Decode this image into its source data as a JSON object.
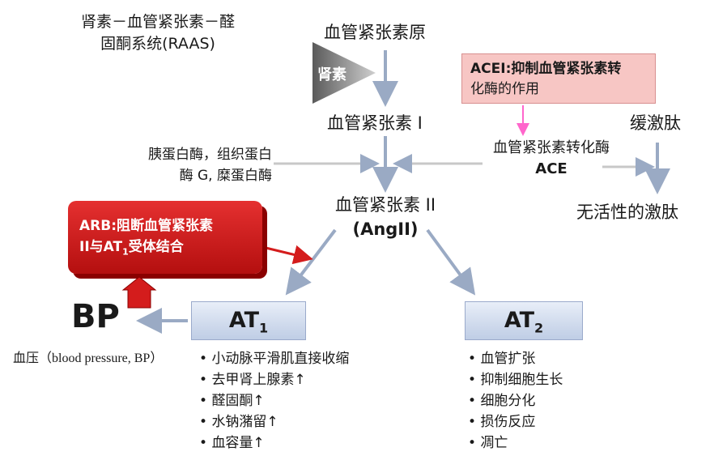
{
  "title_line1": "肾素－血管紧张素－醛",
  "title_line2": "固酮系统(RAAS)",
  "angiotensinogen": "血管紧张素原",
  "renin": "肾素",
  "ang1": "血管紧张素 I",
  "ang2_line1": "血管紧张素 II",
  "ang2_line2": "(AngII)",
  "chymase_line1": "胰蛋白酶，组织蛋白",
  "chymase_line2": "酶 G, 糜蛋白酶",
  "ace_line1": "血管紧张素转化酶",
  "ace_line2": "ACE",
  "bradykinin": "缓激肽",
  "inactive": "无活性的激肽",
  "acei_line1": "ACEI:抑制血管紧张素转",
  "acei_line2": "化酶的作用",
  "arb_line1": "ARB:阻断血管紧张素",
  "arb_line2_a": "II与AT",
  "arb_line2_sub": "1",
  "arb_line2_b": "受体结合",
  "at1_main": "AT",
  "at1_sub": "1",
  "at2_main": "AT",
  "at2_sub": "2",
  "bp": "BP",
  "bp_label": "血压（blood pressure, BP）",
  "at1_effects": [
    "小动脉平滑肌直接收缩",
    "去甲肾上腺素↑",
    "醛固酮↑",
    "水钠潴留↑",
    "血容量↑"
  ],
  "at2_effects": [
    "血管扩张",
    "抑制细胞生长",
    "细胞分化",
    "损伤反应",
    "凋亡"
  ],
  "colors": {
    "arrow": "#9aaac4",
    "red": "#d41c1c",
    "pink_arrow": "#ff66cc",
    "acei_bg": "#f7c6c4"
  }
}
